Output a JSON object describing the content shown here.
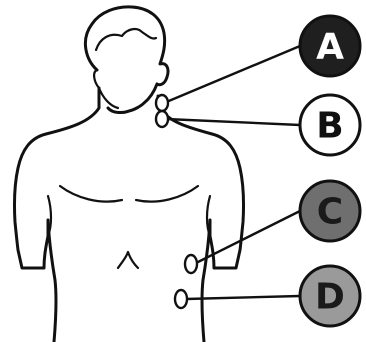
{
  "labels": {
    "a": "A",
    "b": "B",
    "c": "C",
    "d": "D"
  },
  "colors": {
    "outline": "#111111",
    "background": "#ffffff",
    "a_fill": "#1f1f1f",
    "a_text": "#ffffff",
    "b_fill": "#ffffff",
    "b_text": "#111111",
    "c_fill": "#6f6f6f",
    "c_text": "#1a1a1a",
    "d_fill": "#9a9a9a",
    "d_text": "#1a1a1a"
  }
}
